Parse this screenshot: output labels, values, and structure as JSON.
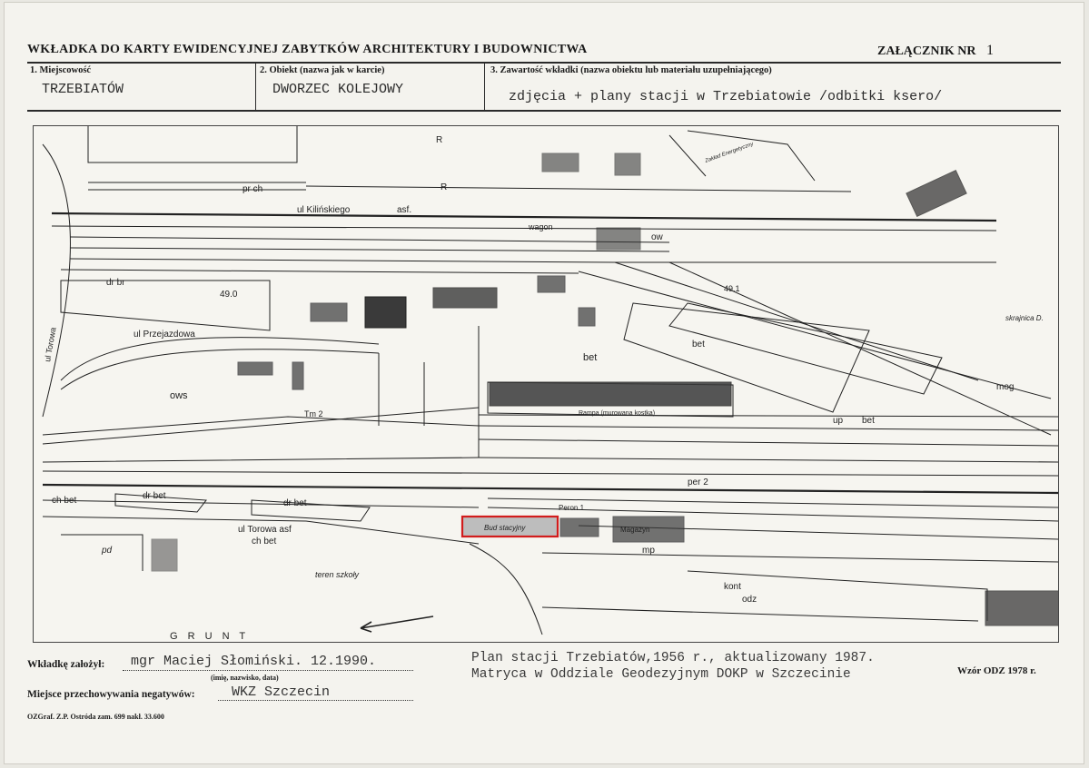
{
  "header": {
    "title": "WKŁADKA DO KARTY EWIDENCYJNEJ ZABYTKÓW ARCHITEKTURY I BUDOWNICTWA",
    "attachment_label": "ZAŁĄCZNIK NR",
    "attachment_number": "1"
  },
  "fields": {
    "locality_label": "1. Miejscowość",
    "locality_value": "TRZEBIATÓW",
    "object_label": "2. Obiekt (nazwa jak w karcie)",
    "object_value": "DWORZEC KOLEJOWY",
    "content_label": "3. Zawartość wkładki (nazwa obiektu lub materiału uzupełniającego)",
    "content_value": "zdjęcia + plany stacji w Trzebiatowie /odbitki ksero/"
  },
  "map": {
    "labels": {
      "kilinskiego": "ul Kilińskiego",
      "asf1": "asf.",
      "przejazdowa": "ul Przejazdowa",
      "torowa": "ul Torowa asf",
      "torowa_vertical": "ul Torowa",
      "rampa": "Rampa (murowana kostka)",
      "peron1": "Peron 1",
      "peron2": "per 2",
      "bud_stacyjny": "Bud stacyjny",
      "magazyn": "Magazyn",
      "teren_szkoly": "teren szkoły",
      "dr_bet1": "dr bet",
      "dr_bet2": "dr bet",
      "dr_br": "dr br",
      "ch_bet1": "ch bet",
      "ch_bet2": "ch bet",
      "ows": "ows",
      "bet1": "bet",
      "bet2": "bet",
      "bet3": "bet",
      "up": "up",
      "mog": "mog",
      "mp": "mp",
      "kont": "kont",
      "odz": "odz",
      "pd": "pd",
      "grunt": "G R U N T",
      "ow": "ow",
      "wagon": "wagon",
      "pr_ch": "pr ch",
      "skrajnica": "skrajnica D.",
      "zakl": "Zakład Energetyczny",
      "height1": "49.0",
      "height2": "49.1",
      "tm2": "Tm 2",
      "r1": "R",
      "r2": "R"
    }
  },
  "footer": {
    "created_label": "Wkładkę założył:",
    "created_value": "mgr Maciej Słomiński. 12.1990.",
    "created_hint": "(imię, nazwisko, data)",
    "storage_label": "Miejsce przechowywania negatywów:",
    "storage_value": "WKZ Szczecin",
    "caption_line1": "Plan stacji Trzebiatów,1956 r., aktualizowany 1987.",
    "caption_line2": "Matryca w Oddziale Geodezyjnym DOKP w Szczecinie",
    "form_code": "Wzór ODZ 1978 r.",
    "printer": "OZGraf. Z.P. Ostróda zam. 699 nakł. 33.600"
  }
}
